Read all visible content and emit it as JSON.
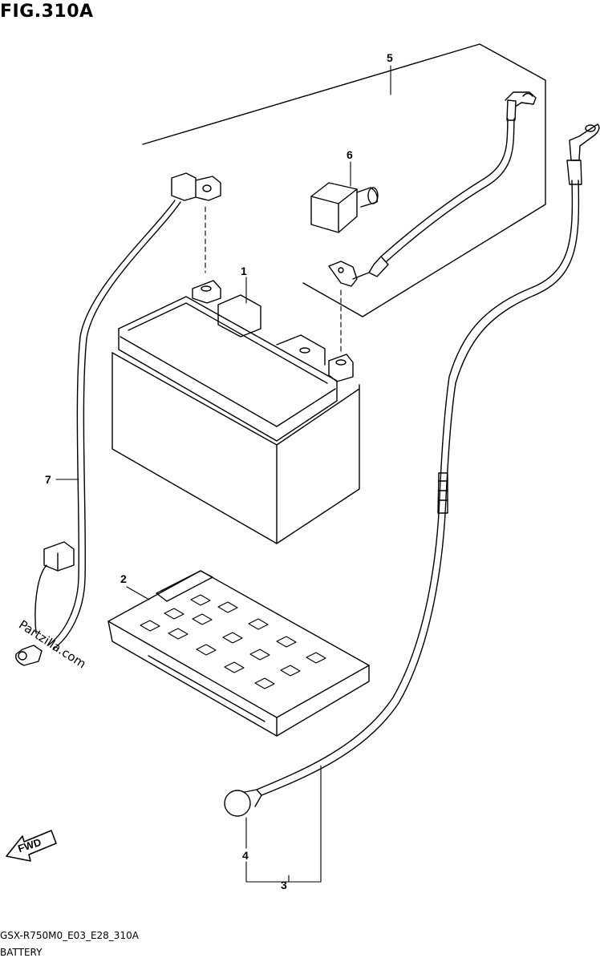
{
  "figure": {
    "title": "FIG.310A",
    "code": "GSX-R750M0_E03_E28_310A",
    "name": "BATTERY",
    "watermark": "Partzilla.com",
    "fwd_label": "FWD"
  },
  "callouts": [
    {
      "id": "1",
      "label": "1"
    },
    {
      "id": "2",
      "label": "2"
    },
    {
      "id": "3",
      "label": "3"
    },
    {
      "id": "4",
      "label": "4"
    },
    {
      "id": "5",
      "label": "5"
    },
    {
      "id": "6",
      "label": "6"
    },
    {
      "id": "7",
      "label": "7"
    }
  ]
}
